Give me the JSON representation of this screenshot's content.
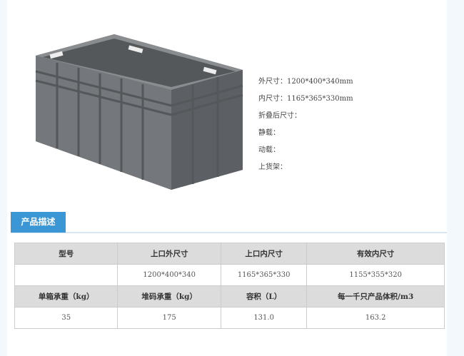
{
  "specs": [
    {
      "label": "外尺寸：",
      "value": "1200*400*340mm"
    },
    {
      "label": "内尺寸：",
      "value": "1165*365*330mm"
    },
    {
      "label": "折叠后尺寸：",
      "value": ""
    },
    {
      "label": "静载：",
      "value": ""
    },
    {
      "label": "动载：",
      "value": ""
    },
    {
      "label": "上货架：",
      "value": ""
    }
  ],
  "tab": "产品描述",
  "table": {
    "header1": [
      "型号",
      "上口外尺寸",
      "上口内尺寸",
      "有效内尺寸"
    ],
    "row1": [
      "",
      "1200*400*340",
      "1165*365*330",
      "1155*355*320"
    ],
    "header2": [
      "单箱承重（kg）",
      "堆码承重（kg）",
      "容积（L）",
      "每一千只产品体积/m3"
    ],
    "row2": [
      "35",
      "175",
      "131.0",
      "163.2"
    ]
  }
}
